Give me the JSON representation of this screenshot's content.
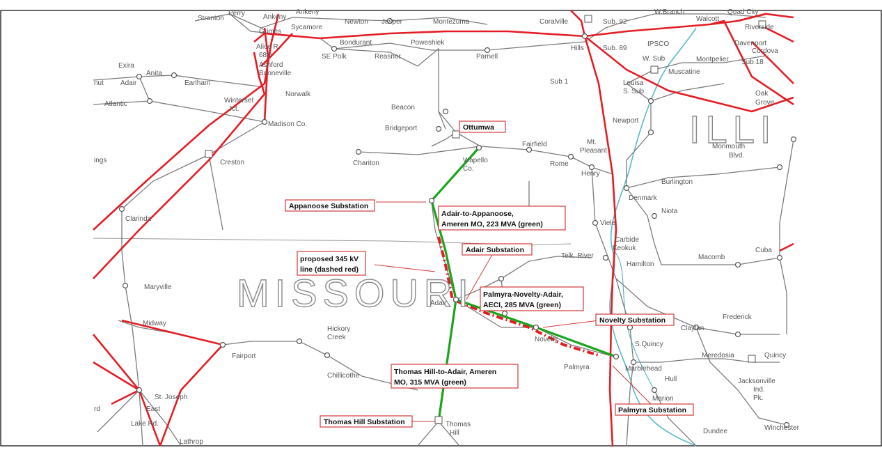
{
  "colors": {
    "red_line": "#e41d25",
    "gray_line": "#7b7b7b",
    "green_line": "#1aa51a",
    "river": "#5ab9c9",
    "callout_border": "#d23a3a"
  },
  "state_labels": {
    "missouri": "MISSOURI",
    "illinois": "ILLI"
  },
  "places": {
    "strantan": "Stranton",
    "perry": "Perry",
    "ankeny": "Ankeny",
    "ankeny2": "Ankeny",
    "newton": "Newton",
    "jasper": "Jasper",
    "montezuma": "Montezuma",
    "coralville": "Coralville",
    "hills": "Hills",
    "sub92": "Sub. 92",
    "wbranch": "W.Branch",
    "walcott": "Walcott",
    "quadcity": "Quad City",
    "grimes": "Grimes",
    "sycamore": "Sycamore",
    "bondurant": "Bondurant",
    "poweshiek": "Poweshiek",
    "sub89": "Sub. 89",
    "ipsco": "IPSCO",
    "riverside": "Riverside",
    "davenport": "Davenport",
    "cordova": "Cordova",
    "alicer": "Alice R.",
    "68th": "68th",
    "sepolk": "SE Polk",
    "reasnor": "Reasnor",
    "parnell": "Parnell",
    "wsub": "W. Sub",
    "montpelier": "Montpelier",
    "sub18": "Sub 18",
    "muscatine": "Muscatine",
    "exira": "Exira",
    "anita": "Anita",
    "nut": "nut",
    "adair_ia": "Adair",
    "earlham": "Earlham",
    "ashford": "Ashford",
    "booneville": "Booneville",
    "sub1": "Sub 1",
    "louisa": "Louisa",
    "ssub": "S. Sub",
    "oak": "Oak",
    "grove": "Grove",
    "atlantic": "Atlantic",
    "norwalk": "Norwalk",
    "winterset": "Winterset",
    "jct": "Jct.",
    "beacon": "Beacon",
    "madisonco": "Madison Co.",
    "bridgeport": "Bridgeport",
    "newport": "Newport",
    "fairfield": "Fairfield",
    "mt": "Mt.",
    "pleasant": "Pleasant",
    "monmouth": "Monmouth",
    "blvd": "Blvd.",
    "ings": "ings",
    "creston": "Creston",
    "chariton": "Chariton",
    "wapello": "Wapello",
    "co": "Co.",
    "rome": "Rome",
    "henry": "Henry",
    "burlington": "Burlington",
    "clarinda": "Clarinda",
    "denmark": "Denmark",
    "niota": "Niota",
    "viele": "Viele",
    "carbide": "Carbide",
    "keokuk": "Keokuk",
    "telk": "Telk. River",
    "hamilton": "Hamilton",
    "macomb": "Macomb",
    "cuba": "Cuba",
    "maryville": "Maryville",
    "adair_mo": "Adair",
    "hickory": "Hickory",
    "creek": "Creek",
    "frederick": "Frederick",
    "midway": "Midway",
    "fairport": "Fairport",
    "squincy": "S.Quincy",
    "claylan": "Claylan",
    "meredosia": "Meredosia",
    "jacksonville": "Jacksonville",
    "ind": "Ind.",
    "pk": "Pk.",
    "chillicothe": "Chillicothe",
    "marblehead": "Marblehead",
    "hull": "Hull",
    "stjoseph": "St. Joseph",
    "east": "East",
    "lake": "Lake Rd.",
    "palmyra": "Palmyra",
    "novelty": "Novelty",
    "marion": "Marion",
    "thomas": "Thomas",
    "hill": "Hill",
    "latfirop": "Lathrop",
    "dundee": "Dundee",
    "winchester": "Winchester",
    "ford": "rd",
    "quincy": "Quincy"
  },
  "callouts": {
    "ottumwa": "Ottumwa",
    "appanoose_sub": "Appanoose Substation",
    "adair_appanoose_1": "Adair-to-Appanoose,",
    "adair_appanoose_2": "Ameren MO, 223 MVA (green)",
    "adair_sub": "Adair Substation",
    "proposed_1": "proposed 345 kV",
    "proposed_2": "line (dashed red)",
    "palmyra_novelty_1": "Palmyra-Novelty-Adair,",
    "palmyra_novelty_2": "AECI, 285 MVA (green)",
    "novelty_sub": "Novelty Substation",
    "thomas_adair_1": "Thomas Hill-to-Adair, Ameren",
    "thomas_adair_2": "MO, 315 MVA (green)",
    "thomas_hill_sub": "Thomas Hill Substation",
    "palmyra_sub": "Palmyra Substation"
  }
}
